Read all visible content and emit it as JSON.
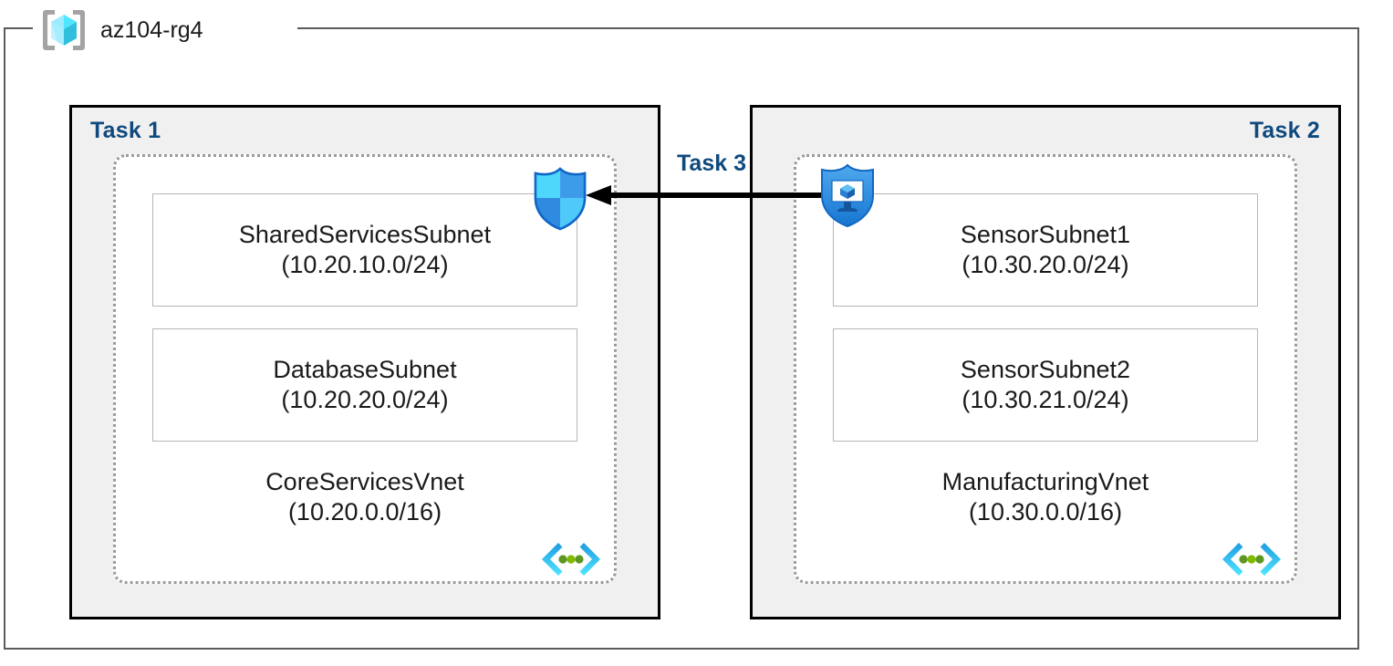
{
  "resource_group": {
    "name": "az104-rg4",
    "icon": "azure-resource-group-icon"
  },
  "panels": [
    {
      "task_label": "Task 1",
      "label_align": "left",
      "vnet": {
        "name": "CoreServicesVnet",
        "cidr": "(10.20.0.0/16)",
        "icon": "azure-virtual-network-icon",
        "subnets": [
          {
            "name": "SharedServicesSubnet",
            "cidr": "(10.20.10.0/24)"
          },
          {
            "name": "DatabaseSubnet",
            "cidr": "(10.20.20.0/24)"
          }
        ]
      }
    },
    {
      "task_label": "Task 2",
      "label_align": "right",
      "vnet": {
        "name": "ManufacturingVnet",
        "cidr": "(10.30.0.0/16)",
        "icon": "azure-virtual-network-icon",
        "subnets": [
          {
            "name": "SensorSubnet1",
            "cidr": "(10.30.20.0/24)"
          },
          {
            "name": "SensorSubnet2",
            "cidr": "(10.30.21.0/24)"
          }
        ]
      }
    }
  ],
  "connector": {
    "label": "Task 3",
    "direction": "left",
    "icon": "arrow-left-icon"
  },
  "icons": {
    "firewall_shield": "azure-firewall-shield-icon",
    "nsg_shield": "azure-network-security-group-shield-icon"
  },
  "colors": {
    "task_label": "#10497e",
    "panel_background": "#f0f0f0",
    "panel_border": "#000000",
    "vnet_border": "#9a9a9a",
    "subnet_border": "#b6b6b6",
    "rg_border": "#5c5c5c",
    "arrow": "#000000",
    "azure_cyan": "#50E6FF",
    "azure_blue": "#0078D4"
  }
}
